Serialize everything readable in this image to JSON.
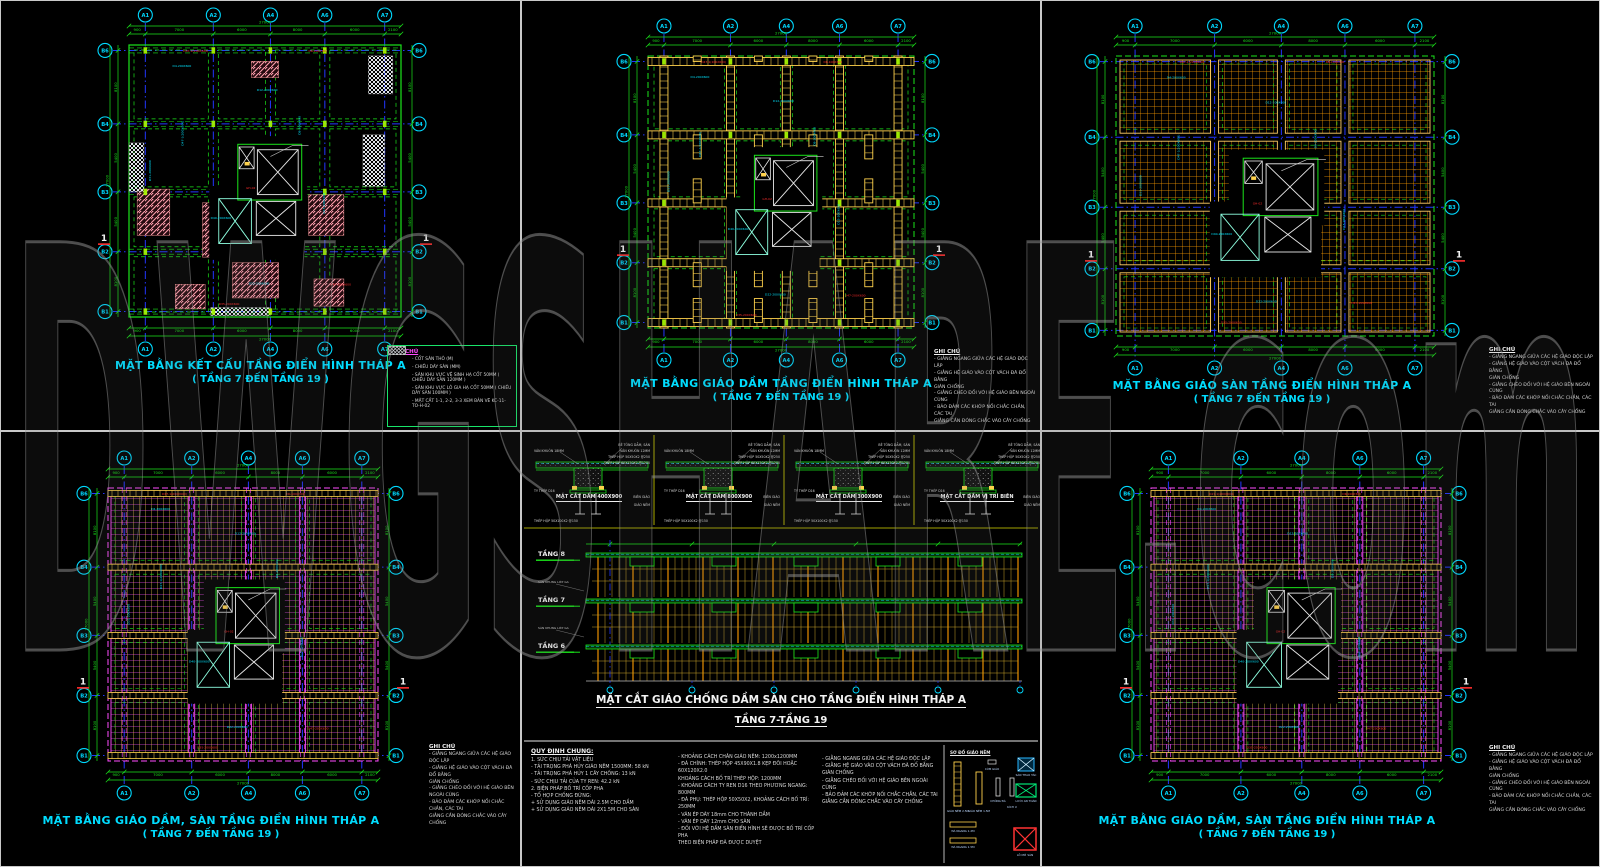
{
  "watermark": "DWGSHARE.com",
  "colors": {
    "cyan": "#00d9ff",
    "green": "#1ae51a",
    "blue": "#2336ff",
    "yellow": "#ffd24d",
    "orange": "#ff9d00",
    "magenta": "#ff4dff",
    "red": "#ff2d2d",
    "white": "#e8e8e8"
  },
  "grid": {
    "cols": [
      "A1",
      "A2",
      "A4",
      "A6",
      "A7"
    ],
    "rows": [
      "B6",
      "B4",
      "B3",
      "B2",
      "B1"
    ]
  },
  "dims": {
    "overall_h": "27000",
    "overall_v": "27000",
    "top": [
      "900",
      "7000",
      "6000",
      "8000",
      "6000",
      "2100"
    ],
    "side": [
      "8100",
      "5400",
      "5400",
      "8100"
    ]
  },
  "beam_labels": {
    "cyan": [
      "D4-200X600",
      "D12-200X600",
      "D47-1(200X600)",
      "D8-200X400",
      "D40-200X600",
      "D15-200X600",
      "D22-200X600",
      "D31-200X600"
    ],
    "red": [
      "D47-1(200X600)",
      "DK-100X300",
      "GH-02",
      "D35-200X600",
      "D47-200X600"
    ]
  },
  "section_marker": "1",
  "panels": [
    {
      "title1": "MẶT BẰNG KẾT CẤU TẦNG ĐIỂN HÌNH THÁP A",
      "title2": "( TẦNG 7 ĐẾN TẦNG 19 )"
    },
    {
      "title1": "MẶT BẰNG GIÁO DẦM TẦNG ĐIỂN HÌNH THÁP A",
      "title2": "( TẦNG 7 ĐẾN TẦNG 19 )"
    },
    {
      "title1": "MẶT BẰNG GIÁO SÀN TẦNG ĐIỂN HÌNH THÁP A",
      "title2": "( TẦNG 7 ĐẾN TẦNG 19 )"
    },
    {
      "title1": "MẶT BẰNG GIÁO DẦM, SÀN TẦNG ĐIỂN HÌNH THÁP A",
      "title2": "( TẦNG 7 ĐẾN TẦNG 19 )"
    },
    {
      "title1": "MẶT CẮT GIÁO CHỐNG DẦM SÀN CHO TẦNG ĐIỂN HÌNH THÁP A",
      "title2": "TẦNG 7-TẦNG 19",
      "sections": [
        "MẶT CẮT DẦM 400X900",
        "MẶT CẮT DẦM 800X900",
        "MẶT CẮT DẦM 300X900",
        "MẶT CẮT DẦM VỊ TRÍ BIÊN"
      ],
      "section_labels": [
        "VÁN KHUÔN 18MM",
        "BÊ TÔNG DẦM, SÀN",
        "VÁN KHUÔN 12MM",
        "THÉP HỘP 50X50X2 @250",
        "THÉP HỘP 60X120X2 @1200",
        "TY THÉP D16",
        "THÉP HỘP 50X100X2 @150",
        "BIÊN GIÁO",
        "GIÁO NÊM"
      ],
      "floors": [
        "TẦNG 8",
        "TẦNG 7",
        "TẦNG 6"
      ],
      "floor_sub": "SÀN KHUNG LỚP GA",
      "notes_left_header": "QUY ĐỊNH CHUNG:",
      "notes_left": "1. SỨC CHỊU TẢI VẬT LIỆU\n- TẢI TRỌNG PHÁ HỦY GIÁO NÊM 1500MM: 58 kN\n- TẢI TRỌNG PHÁ HỦY 1 CÂY CHỐNG: 13 kN\n- SỨC CHỊU TẢI CỦA TY REN: 42.2 kN\n2. BIỆN PHÁP BỐ TRÍ CỐP PHA\n- TỔ HỢP CHỐNG ĐỨNG:\n   + SỬ DỤNG GIÁO NÊM DÀI 2.5M CHO DẦM\n   + SỬ DỤNG GIÁO NÊM DÀI 2X1.5M CHO SÀN",
      "notes_mid": "- KHOẢNG CÁCH CHÂN GIÁO NÊM: 1200x1200MM\n- ĐÀ CHÍNH: THÉP HỘP 45X90X1.8 KẸP ĐÔI HOẶC 60X120X2.0\n  KHOẢNG CÁCH BỐ TRÍ THÉP HỘP: 1200MM\n- KHOẢNG CÁCH TY REN D16 THEO PHƯƠNG NGANG: 800MM\n- ĐÀ PHỤ: THÉP HỘP 50X50X2, KHOẢNG CÁCH BỐ TRÍ: 250MM\n- VÁN ÉP DÀY 18mm CHO THÀNH DẦM\n- VÁN ÉP DÀY 12mm CHO SÀN\n- ĐỐI VỚI HỆ DẦM SÀN ĐIỂN HÌNH SẼ ĐƯỢC BỐ TRÍ CỐP PHA\n  THEO BIỆN PHÁP ĐÃ ĐƯỢC DUYỆT",
      "notes_right": "- GIẰNG NGANG GIỮA CÁC HỆ GIÁO ĐỘC LẬP\n- GIẰNG HỆ GIÁO VÀO CỘT VÁCH ĐÃ ĐỔ BẰNG\n  GIÀN CHỐNG\n- GIẰNG CHÉO ĐỐI VỚI HỆ GIÁO BÊN NGOÀI CÙNG\n- BẢO ĐẢM CÁC KHỚP NỐI CHẮC CHẮN, CÁC TAI\n  GIẰNG CẦN ĐÓNG CHẮC VÀO CÂY CHỐNG",
      "legend_header": "SƠ ĐỒ GIÁO NÊM",
      "legend_items": [
        "GIÁO NÊM 2.5M",
        "GIÁO NÊM 1.5M",
        "CHỐNG ĐÀ",
        "KÍCH U",
        "CÙM GIÁO",
        "SÀN THAO TÁC",
        "LƯỚI AN TOÀN",
        "LỖ MỞ SÀN",
        "ĐÀ NGANG 1.2M",
        "ĐÀ NGANG 1.5M"
      ]
    },
    {
      "title1": "MẶT BẰNG GIÁO DẦM, SÀN TẦNG ĐIỂN HÌNH THÁP A",
      "title2": "( TẦNG 7 ĐẾN TẦNG 19 )"
    }
  ],
  "ghi_chu": {
    "header": "GHI CHÚ",
    "text": "- GIẰNG NGANG GIỮA CÁC HỆ GIÁO ĐỘC LẬP\n- GIẰNG HỆ GIÁO VÀO CỘT VÁCH ĐÃ ĐỔ BẰNG\n  GIÀN CHỐNG\n- GIẰNG CHÉO ĐỐI VỚI HỆ GIÁO BÊN NGOÀI CÙNG\n- BẢO ĐẢM CÁC KHỚP NỐI CHẮC CHẮN, CÁC TAI\n  GIẰNG CẦN ĐÓNG CHẮC VÀO CÂY CHỐNG"
  },
  "legend_tl": {
    "header": "GHI CHÚ",
    "items": [
      {
        "symbol": "level-mark",
        "text": "- CỐT SÀN THÔ (M)"
      },
      {
        "symbol": "thickness-box",
        "label": "H=150",
        "text": "- CHIỀU DÀY SÀN (MM)"
      },
      {
        "symbol": "hatch-diagonal",
        "text": "- SÀN KHU VỰC VỆ SINH HẠ CỐT 50MM ( CHIỀU DÀY SÀN 120MM )"
      },
      {
        "symbol": "hatch-cross",
        "text": "- SÀN KHU VỰC LÔ GIA HẠ CỐT 50MM ( CHIỀU DÀY SÀN 100MM )"
      },
      {
        "symbol": "none",
        "text": "- MẶT CẮT 1-1, 2-2, 3-3 XEM BẢN VẼ KC-11-TO-H-02"
      }
    ]
  }
}
